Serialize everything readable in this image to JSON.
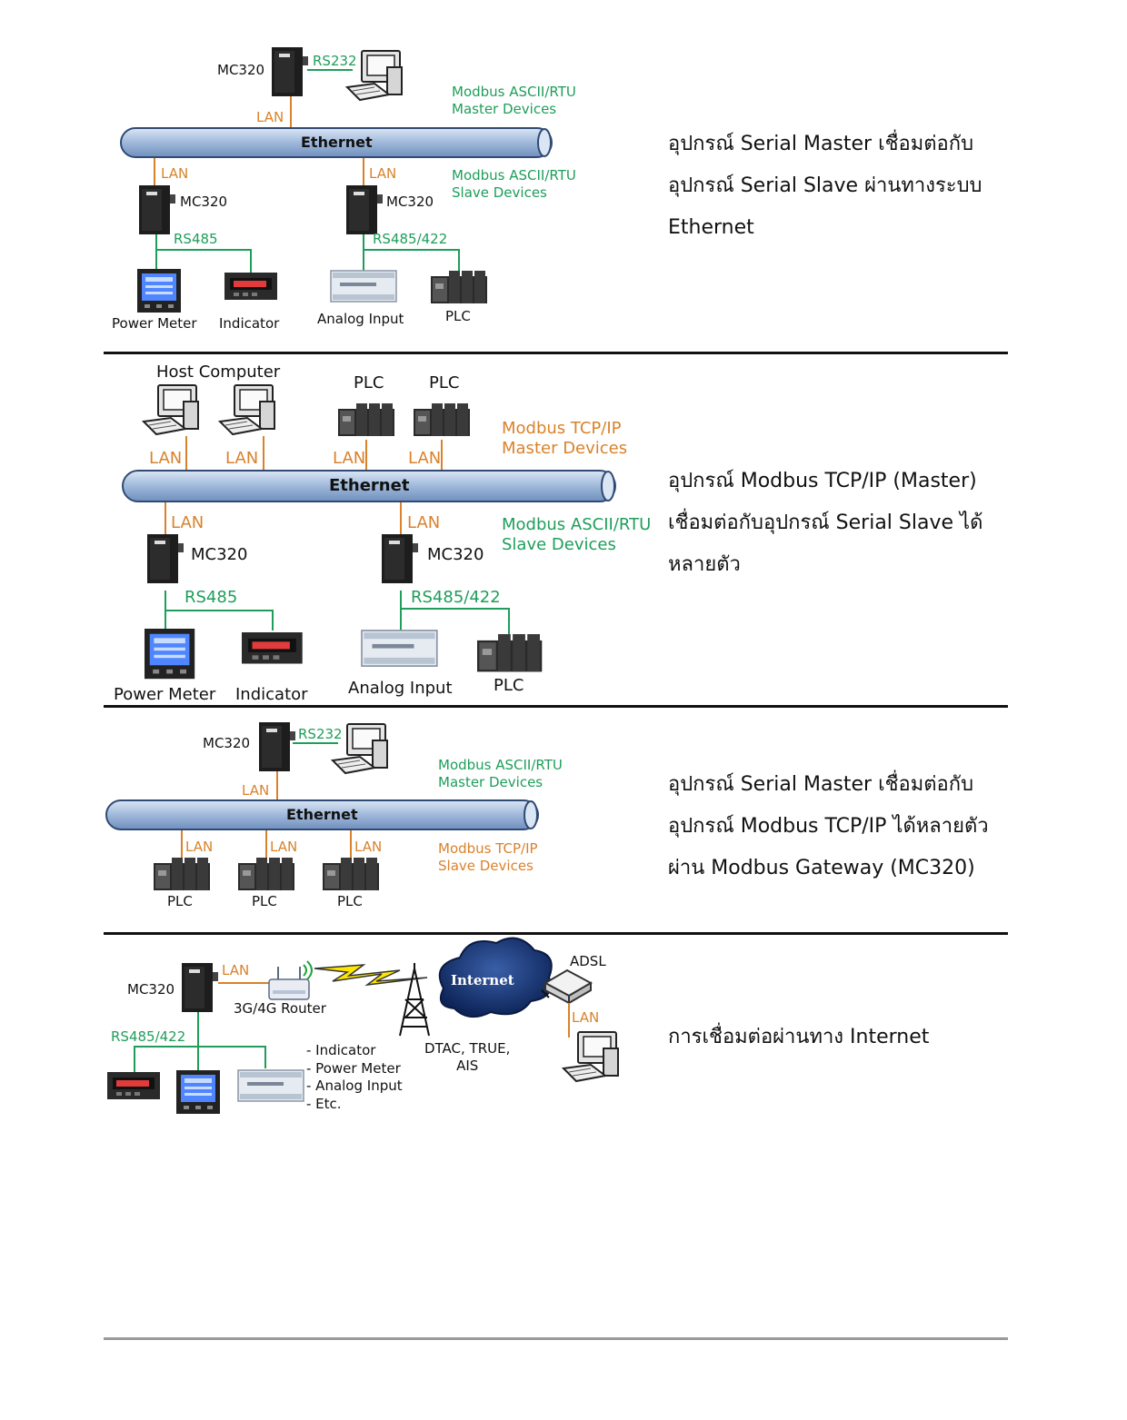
{
  "common": {
    "mc320": "MC320",
    "lan": "LAN",
    "ethernet": "Ethernet",
    "rs232": "RS232",
    "rs485": "RS485",
    "rs485_422": "RS485/422",
    "power_meter": "Power Meter",
    "indicator": "Indicator",
    "analog_input": "Analog Input",
    "plc": "PLC"
  },
  "section1": {
    "master_devices": "Modbus ASCII/RTU\nMaster Devices",
    "slave_devices": "Modbus ASCII/RTU\nSlave Devices",
    "description": "อุปกรณ์ Serial Master เชื่อมต่อกับอุปกรณ์ Serial Slave ผ่านทางระบบ Ethernet"
  },
  "section2": {
    "host_computer": "Host Computer",
    "tcp_master": "Modbus TCP/IP\nMaster Devices",
    "slave_devices": "Modbus ASCII/RTU\nSlave Devices",
    "description": "อุปกรณ์ Modbus TCP/IP (Master) เชื่อมต่อกับอุปกรณ์ Serial Slave ได้หลายตัว"
  },
  "section3": {
    "master_devices": "Modbus ASCII/RTU\nMaster Devices",
    "tcp_slave": "Modbus TCP/IP\nSlave Devices",
    "description": "อุปกรณ์ Serial Master เชื่อมต่อกับอุปกรณ์ Modbus TCP/IP ได้หลายตัว ผ่าน Modbus Gateway (MC320)"
  },
  "section4": {
    "router": "3G/4G Router",
    "internet": "Internet",
    "adsl": "ADSL",
    "carriers": "DTAC, TRUE,\nAIS",
    "device_list": "- Indicator\n- Power Meter\n- Analog Input\n- Etc.",
    "description": "การเชื่อมต่อผ่านทาง Internet"
  },
  "colors": {
    "serial": "#1e9e5a",
    "lan": "#d9822b",
    "bus": "#9fb8da",
    "rule": "#111111"
  }
}
